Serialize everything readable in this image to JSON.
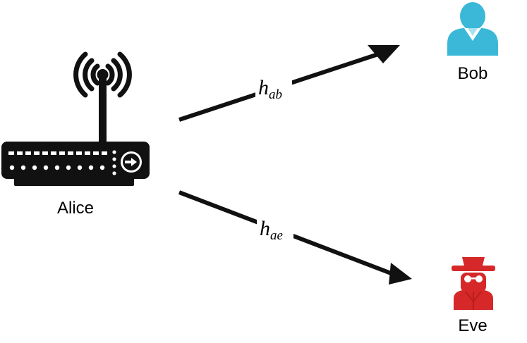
{
  "nodes": {
    "alice": {
      "label": "Alice"
    },
    "bob": {
      "label": "Bob"
    },
    "eve": {
      "label": "Eve"
    }
  },
  "channels": {
    "alice_bob": {
      "symbol": "h",
      "subscript": "ab"
    },
    "alice_eve": {
      "symbol": "h",
      "subscript": "ae"
    }
  },
  "colors": {
    "router": "#111111",
    "bob_icon": "#3bb8d8",
    "eve_icon": "#d62828",
    "arrow": "#111111"
  },
  "icons": {
    "alice": "wifi-router-icon",
    "bob": "user-icon",
    "eve": "spy-icon"
  }
}
